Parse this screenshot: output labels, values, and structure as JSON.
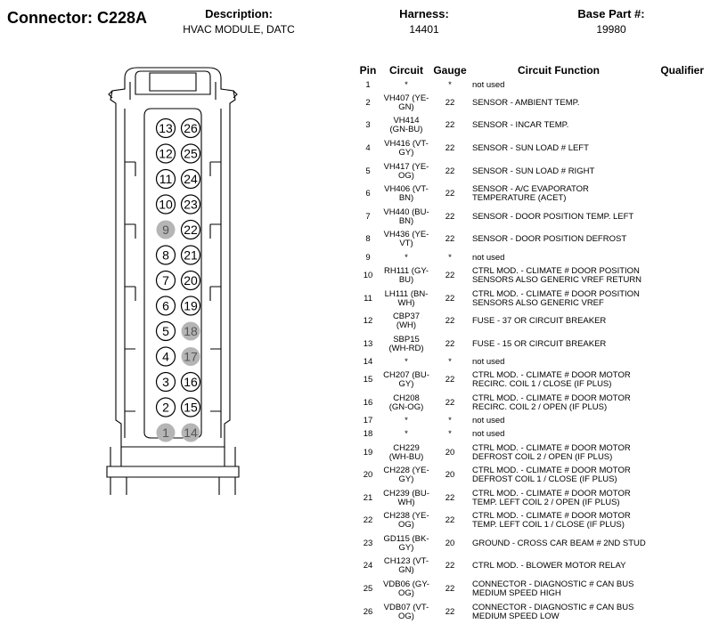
{
  "header": {
    "connector_label": "Connector:",
    "connector_value": "C228A",
    "description_label": "Description:",
    "description_value": "HVAC MODULE, DATC",
    "harness_label": "Harness:",
    "harness_value": "14401",
    "base_part_label": "Base Part #:",
    "base_part_value": "19980"
  },
  "table": {
    "columns": [
      "Pin",
      "Circuit",
      "Gauge",
      "Circuit Function",
      "Qualifier"
    ],
    "rows": [
      {
        "pin": "1",
        "circuit": "*",
        "gauge": "*",
        "function": "not used",
        "qualifier": ""
      },
      {
        "pin": "2",
        "circuit": "VH407 (YE-GN)",
        "gauge": "22",
        "function": "SENSOR - AMBIENT TEMP.",
        "qualifier": ""
      },
      {
        "pin": "3",
        "circuit": "VH414 (GN-BU)",
        "gauge": "22",
        "function": "SENSOR - INCAR TEMP.",
        "qualifier": ""
      },
      {
        "pin": "4",
        "circuit": "VH416 (VT-GY)",
        "gauge": "22",
        "function": "SENSOR - SUN LOAD # LEFT",
        "qualifier": ""
      },
      {
        "pin": "5",
        "circuit": "VH417 (YE-OG)",
        "gauge": "22",
        "function": "SENSOR - SUN LOAD # RIGHT",
        "qualifier": ""
      },
      {
        "pin": "6",
        "circuit": "VH406 (VT-BN)",
        "gauge": "22",
        "function": "SENSOR - A/C EVAPORATOR TEMPERATURE (ACET)",
        "qualifier": ""
      },
      {
        "pin": "7",
        "circuit": "VH440 (BU-BN)",
        "gauge": "22",
        "function": "SENSOR - DOOR POSITION TEMP. LEFT",
        "qualifier": ""
      },
      {
        "pin": "8",
        "circuit": "VH436 (YE-VT)",
        "gauge": "22",
        "function": "SENSOR - DOOR POSITION DEFROST",
        "qualifier": ""
      },
      {
        "pin": "9",
        "circuit": "*",
        "gauge": "*",
        "function": "not used",
        "qualifier": ""
      },
      {
        "pin": "10",
        "circuit": "RH111 (GY-BU)",
        "gauge": "22",
        "function": "CTRL MOD. - CLIMATE # DOOR POSITION SENSORS ALSO GENERIC VREF RETURN",
        "qualifier": ""
      },
      {
        "pin": "11",
        "circuit": "LH111 (BN-WH)",
        "gauge": "22",
        "function": "CTRL MOD. - CLIMATE # DOOR POSITION SENSORS ALSO GENERIC VREF",
        "qualifier": ""
      },
      {
        "pin": "12",
        "circuit": "CBP37 (WH)",
        "gauge": "22",
        "function": "FUSE - 37 OR CIRCUIT BREAKER",
        "qualifier": ""
      },
      {
        "pin": "13",
        "circuit": "SBP15 (WH-RD)",
        "gauge": "22",
        "function": "FUSE - 15 OR CIRCUIT BREAKER",
        "qualifier": ""
      },
      {
        "pin": "14",
        "circuit": "*",
        "gauge": "*",
        "function": "not used",
        "qualifier": ""
      },
      {
        "pin": "15",
        "circuit": "CH207 (BU-GY)",
        "gauge": "22",
        "function": "CTRL MOD. - CLIMATE # DOOR MOTOR RECIRC. COIL 1 / CLOSE (IF PLUS)",
        "qualifier": ""
      },
      {
        "pin": "16",
        "circuit": "CH208 (GN-OG)",
        "gauge": "22",
        "function": "CTRL MOD. - CLIMATE # DOOR MOTOR RECIRC. COIL 2 / OPEN (IF PLUS)",
        "qualifier": ""
      },
      {
        "pin": "17",
        "circuit": "*",
        "gauge": "*",
        "function": "not used",
        "qualifier": ""
      },
      {
        "pin": "18",
        "circuit": "*",
        "gauge": "*",
        "function": "not used",
        "qualifier": ""
      },
      {
        "pin": "19",
        "circuit": "CH229 (WH-BU)",
        "gauge": "20",
        "function": "CTRL MOD. - CLIMATE # DOOR MOTOR DEFROST COIL 2 / OPEN (IF PLUS)",
        "qualifier": ""
      },
      {
        "pin": "20",
        "circuit": "CH228 (YE-GY)",
        "gauge": "20",
        "function": "CTRL MOD. - CLIMATE # DOOR MOTOR DEFROST COIL 1 / CLOSE (IF PLUS)",
        "qualifier": ""
      },
      {
        "pin": "21",
        "circuit": "CH239 (BU-WH)",
        "gauge": "22",
        "function": "CTRL MOD. - CLIMATE # DOOR MOTOR TEMP. LEFT COIL 2 / OPEN (IF PLUS)",
        "qualifier": ""
      },
      {
        "pin": "22",
        "circuit": "CH238 (YE-OG)",
        "gauge": "22",
        "function": "CTRL MOD. - CLIMATE # DOOR MOTOR TEMP. LEFT COIL 1 / CLOSE (IF PLUS)",
        "qualifier": ""
      },
      {
        "pin": "23",
        "circuit": "GD115 (BK-GY)",
        "gauge": "20",
        "function": "GROUND - CROSS CAR BEAM # 2ND STUD",
        "qualifier": ""
      },
      {
        "pin": "24",
        "circuit": "CH123 (VT-GN)",
        "gauge": "22",
        "function": "CTRL MOD. - BLOWER MOTOR RELAY",
        "qualifier": ""
      },
      {
        "pin": "25",
        "circuit": "VDB06 (GY-OG)",
        "gauge": "22",
        "function": "CONNECTOR - DIAGNOSTIC # CAN BUS MEDIUM SPEED HIGH",
        "qualifier": ""
      },
      {
        "pin": "26",
        "circuit": "VDB07 (VT-OG)",
        "gauge": "22",
        "function": "CONNECTOR - DIAGNOSTIC # CAN BUS MEDIUM SPEED LOW",
        "qualifier": ""
      }
    ]
  },
  "connector_face": {
    "left_column": [
      {
        "label": "13",
        "unused": false
      },
      {
        "label": "12",
        "unused": false
      },
      {
        "label": "11",
        "unused": false
      },
      {
        "label": "10",
        "unused": false
      },
      {
        "label": "9",
        "unused": true
      },
      {
        "label": "8",
        "unused": false
      },
      {
        "label": "7",
        "unused": false
      },
      {
        "label": "6",
        "unused": false
      },
      {
        "label": "5",
        "unused": false
      },
      {
        "label": "4",
        "unused": false
      },
      {
        "label": "3",
        "unused": false
      },
      {
        "label": "2",
        "unused": false
      },
      {
        "label": "1",
        "unused": true
      }
    ],
    "right_column": [
      {
        "label": "26",
        "unused": false
      },
      {
        "label": "25",
        "unused": false
      },
      {
        "label": "24",
        "unused": false
      },
      {
        "label": "23",
        "unused": false
      },
      {
        "label": "22",
        "unused": false
      },
      {
        "label": "21",
        "unused": false
      },
      {
        "label": "20",
        "unused": false
      },
      {
        "label": "19",
        "unused": false
      },
      {
        "label": "18",
        "unused": true
      },
      {
        "label": "17",
        "unused": true
      },
      {
        "label": "16",
        "unused": false
      },
      {
        "label": "15",
        "unused": false
      },
      {
        "label": "14",
        "unused": true
      }
    ],
    "unused_fill": "#b5b5b5"
  }
}
